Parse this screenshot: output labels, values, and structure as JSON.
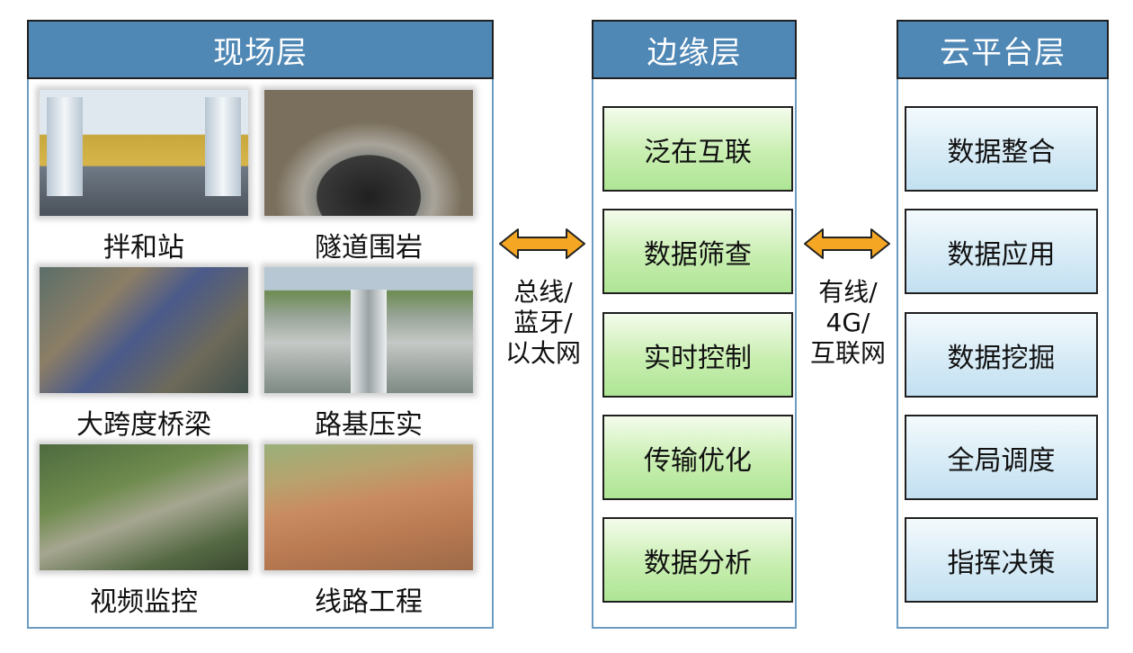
{
  "site_layer": {
    "title": "现场层",
    "items": [
      {
        "label": "拌和站"
      },
      {
        "label": "隧道围岩"
      },
      {
        "label": "大跨度桥梁"
      },
      {
        "label": "路基压实"
      },
      {
        "label": "视频监控"
      },
      {
        "label": "线路工程"
      }
    ]
  },
  "edge_layer": {
    "title": "边缘层",
    "items": [
      "泛在互联",
      "数据筛查",
      "实时控制",
      "传输优化",
      "数据分析"
    ]
  },
  "cloud_layer": {
    "title": "云平台层",
    "items": [
      "数据整合",
      "数据应用",
      "数据挖掘",
      "全局调度",
      "指挥决策"
    ]
  },
  "links": {
    "site_to_edge": [
      "总线/",
      "蓝牙/",
      "以太网"
    ],
    "edge_to_cloud": [
      "有线/",
      "4G/",
      "互联网"
    ]
  },
  "colors": {
    "header_fill": "#4f87b5",
    "panel_border": "#6a9cc3",
    "edge_box_fill": "#c8eeb0",
    "cloud_box_fill": "#d7ebf6",
    "arrow_fill": "#f5a623"
  }
}
